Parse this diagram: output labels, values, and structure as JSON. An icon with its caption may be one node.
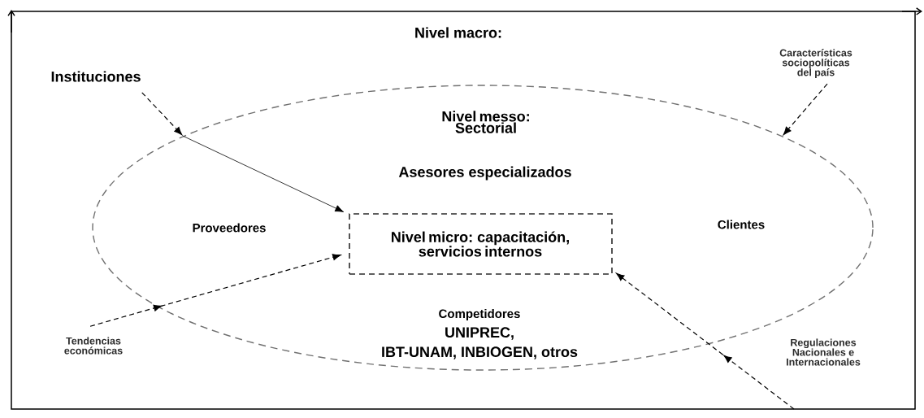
{
  "diagram": {
    "nodes": [
      {
        "text": [
          "Nivel macro:"
        ]
      },
      {
        "text": [
          "Nivel messo: Sectorial",
          "Asesores especializados",
          "Proveedores",
          "Clientes",
          "Competidores",
          "UNIPREC,",
          "IBT-UNAM, INBIOGEN, otros"
        ],
        "in": 0
      },
      {
        "text": [
          "Nivel micro: capacitación, servicios internos"
        ],
        "in": 1
      },
      {
        "text": [
          "Instituciones"
        ],
        "in": 0
      },
      {
        "text": [
          "Características sociopolíticas del país"
        ],
        "in": 0
      },
      {
        "text": [
          "Tendencias económicas"
        ],
        "in": 0
      }
    ],
    "edges": [
      {
        "from": 3,
        "to": 1,
        "arrow": "to",
        "style": "dashed"
      },
      {
        "from": 1,
        "to": 2,
        "arrow": "to"
      },
      {
        "from": 4,
        "to": 1,
        "arrow": "to",
        "style": "dashed"
      },
      {
        "from": 5,
        "to": 2,
        "arrow": "to",
        "style": "dashed"
      },
      {
        "from": null,
        "to": 2,
        "arrow": "to",
        "style": "dashed"
      }
    ],
    "labels": [
      "Regulaciones Nacionales e Internacionales"
    ]
  }
}
